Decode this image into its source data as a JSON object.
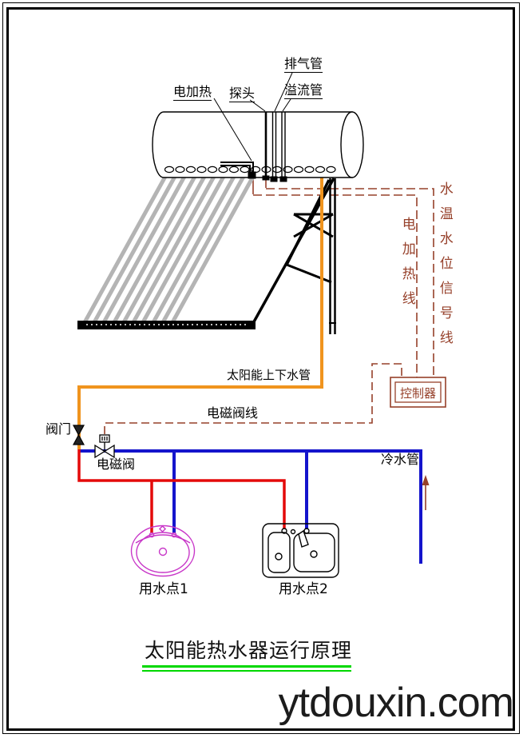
{
  "diagram": {
    "title": "太阳能热水器运行原理",
    "watermark": "ytdouxin.com",
    "tank_labels": {
      "electric_heater": "电加热",
      "probe": "探头",
      "exhaust_pipe": "排气管",
      "overflow_pipe": "溢流管"
    },
    "wire_labels": {
      "heater_wire": "电加热线",
      "temp_level_signal_wire": "水温水位信号线",
      "solenoid_wire": "电磁阀线"
    },
    "pipe_labels": {
      "solar_pipe": "太阳能上下水管",
      "cold_pipe": "冷水管"
    },
    "valve_labels": {
      "valve": "阀门",
      "solenoid_valve": "电磁阀"
    },
    "controller_label": "控制器",
    "usage_points": {
      "point1": "用水点1",
      "point2": "用水点2"
    },
    "colors": {
      "hot_pipe_red": "#e40a0a",
      "cold_pipe_blue": "#1414cc",
      "solar_pipe_orange": "#f0941e",
      "signal_wire_brown": "#96402a",
      "collector_gray": "#b4b4b4",
      "sink1_magenta": "#c837c8",
      "title_underline_green": "#00d800",
      "frame_black": "#000000"
    }
  }
}
